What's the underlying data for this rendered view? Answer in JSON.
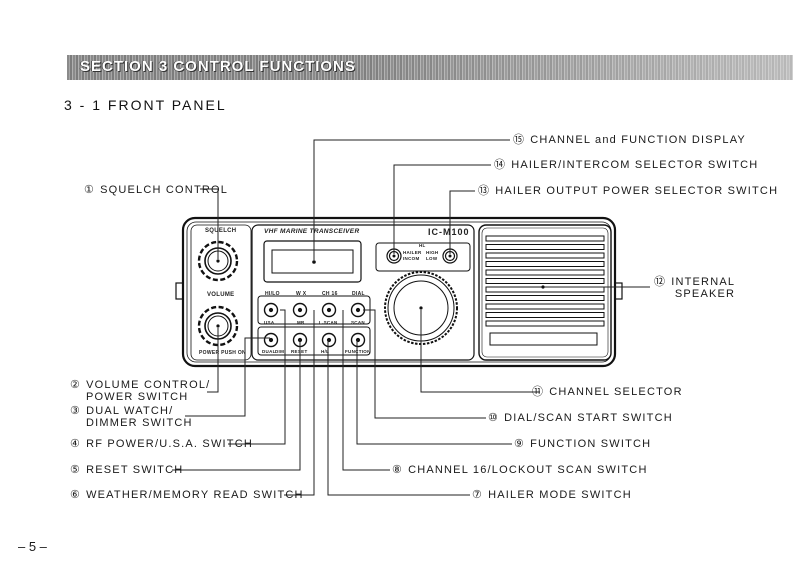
{
  "section": {
    "banner": "SECTION 3 CONTROL FUNCTIONS",
    "subtitle": "3 - 1  FRONT PANEL"
  },
  "radio": {
    "model": "IC-M100",
    "caption": "VHF MARINE TRANSCEIVER",
    "knob_labels": {
      "squelch": "SQUELCH",
      "volume": "VOLUME",
      "power": "POWER PUSH ON"
    },
    "hailer_labels": {
      "hl": "HL",
      "hailer": "HAILER",
      "incom": "INCOM",
      "high": "HIGH",
      "low": "LOW"
    },
    "top_row_labels": [
      "HI/LO",
      "W X",
      "CH 16",
      "DIAL"
    ],
    "mid_row_labels": [
      "USA",
      "MR",
      "L.SCAN",
      "SCAN"
    ],
    "bottom_row_labels": [
      "DUAL",
      "DIM",
      "RESET",
      "H/L",
      "FUNCTION"
    ]
  },
  "callouts": [
    {
      "num": "①",
      "text": "SQUELCH CONTROL"
    },
    {
      "num": "②",
      "text": "VOLUME CONTROL/",
      "text2": "POWER SWITCH"
    },
    {
      "num": "③",
      "text": "DUAL WATCH/",
      "text2": "DIMMER SWITCH"
    },
    {
      "num": "④",
      "text": "RF POWER/U.S.A. SWITCH"
    },
    {
      "num": "⑤",
      "text": "RESET SWITCH"
    },
    {
      "num": "⑥",
      "text": "WEATHER/MEMORY READ SWITCH"
    },
    {
      "num": "⑦",
      "text": "HAILER MODE SWITCH"
    },
    {
      "num": "⑧",
      "text": "CHANNEL 16/LOCKOUT SCAN SWITCH"
    },
    {
      "num": "⑨",
      "text": "FUNCTION SWITCH"
    },
    {
      "num": "⑩",
      "text": "DIAL/SCAN START SWITCH"
    },
    {
      "num": "⑪",
      "text": "CHANNEL SELECTOR"
    },
    {
      "num": "⑫",
      "text": "INTERNAL",
      "text2": "SPEAKER"
    },
    {
      "num": "⑬",
      "text": "HAILER OUTPUT POWER SELECTOR SWITCH"
    },
    {
      "num": "⑭",
      "text": "HAILER/INTERCOM SELECTOR SWITCH"
    },
    {
      "num": "⑮",
      "text": "CHANNEL and FUNCTION DISPLAY"
    }
  ],
  "page_number": "– 5 –"
}
